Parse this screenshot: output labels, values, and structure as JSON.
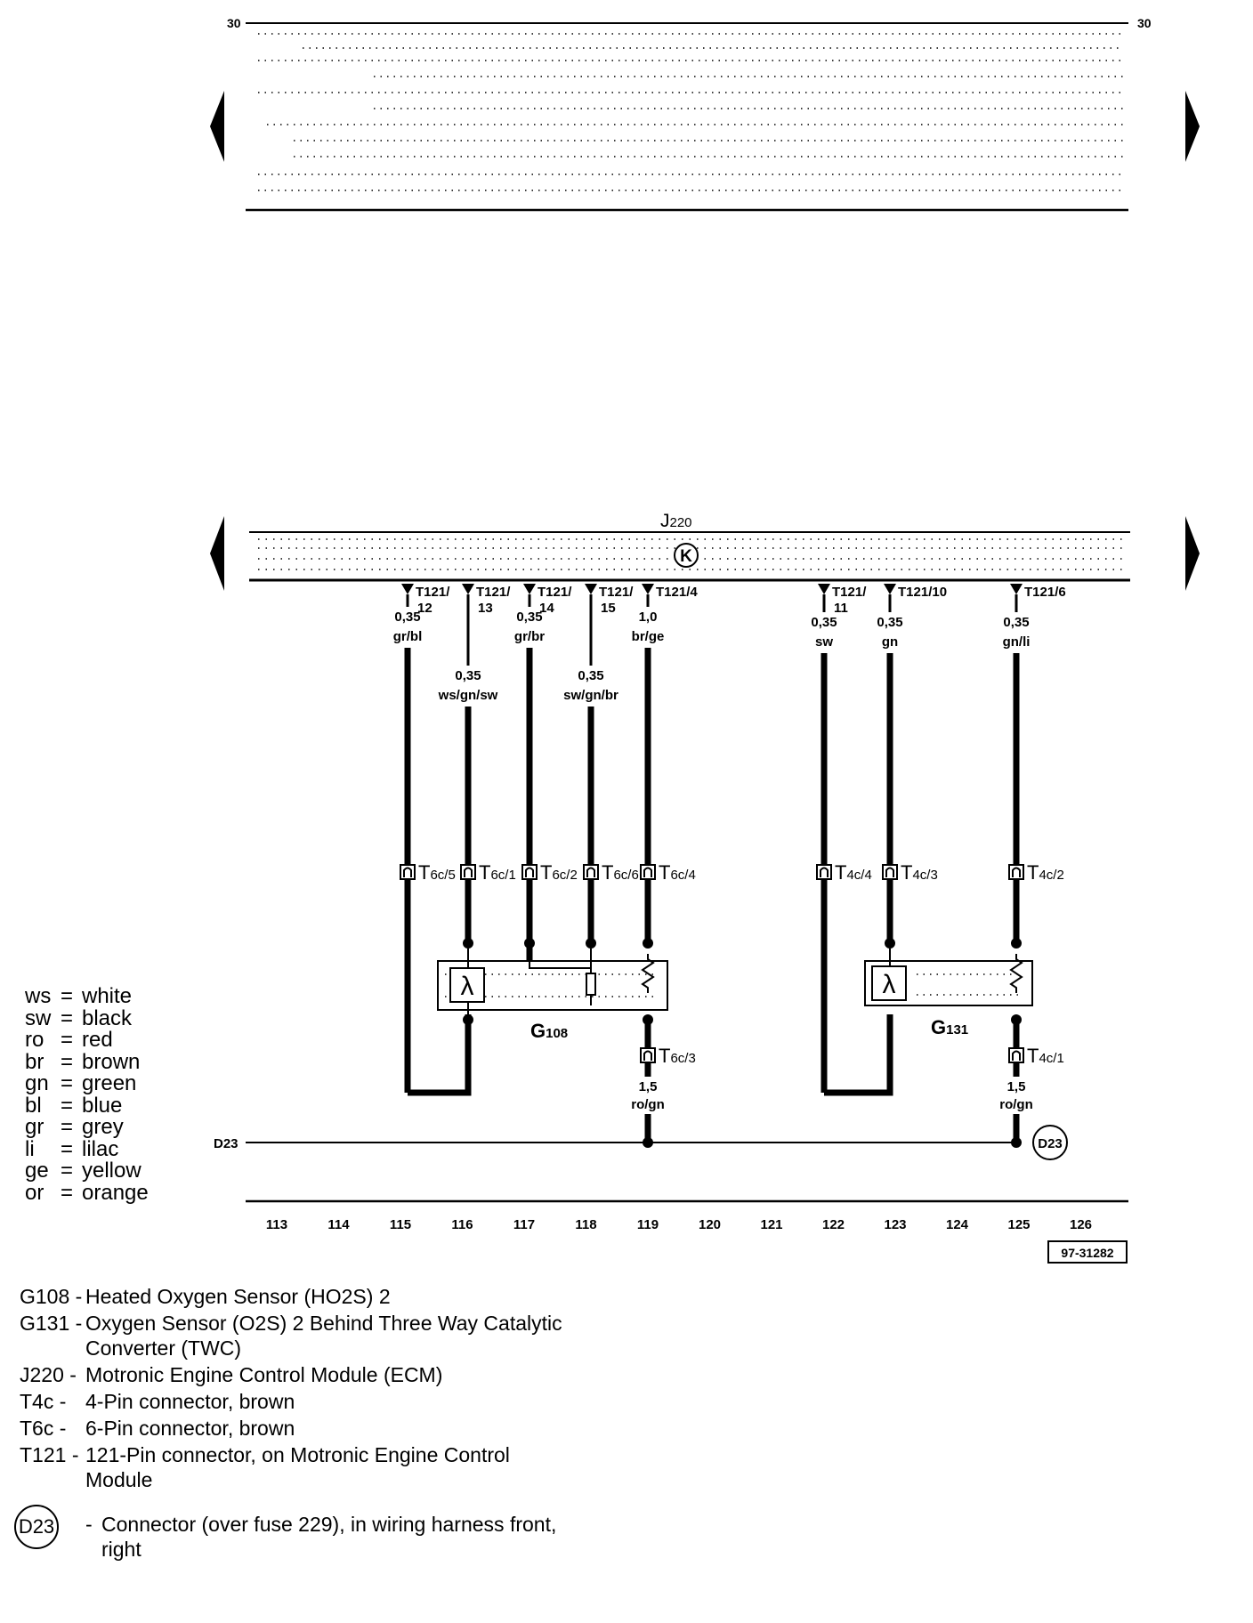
{
  "bus": {
    "label_left": "30",
    "label_right": "30",
    "ecm_label": "J",
    "ecm_sub": "220",
    "k_symbol": "K"
  },
  "wires": [
    {
      "id": "w115",
      "pin": [
        "T121/",
        "12"
      ],
      "gauge": "0,35",
      "color": "gr/bl",
      "conn": "T6c/5"
    },
    {
      "id": "w116",
      "pin": [
        "T121/",
        "13"
      ],
      "gauge": "0,35",
      "color": "ws/gn/sw",
      "conn": "T6c/1"
    },
    {
      "id": "w117",
      "pin": [
        "T121/",
        "14"
      ],
      "gauge": "0,35",
      "color": "gr/br",
      "conn": "T6c/2"
    },
    {
      "id": "w118",
      "pin": [
        "T121/",
        "15"
      ],
      "gauge": "0,35",
      "color": "sw/gn/br",
      "conn": "T6c/6"
    },
    {
      "id": "w119",
      "pin": [
        "T121/4"
      ],
      "gauge": "1,0",
      "color": "br/ge",
      "conn": "T6c/4"
    },
    {
      "id": "w122",
      "pin": [
        "T121/",
        "11"
      ],
      "gauge": "0,35",
      "color": "sw",
      "conn": "T4c/4"
    },
    {
      "id": "w123",
      "pin": [
        "T121/10"
      ],
      "gauge": "0,35",
      "color": "gn",
      "conn": "T4c/3"
    },
    {
      "id": "w125",
      "pin": [
        "T121/6"
      ],
      "gauge": "0,35",
      "color": "gn/li",
      "conn": "T4c/2"
    }
  ],
  "components": {
    "g108": {
      "main": "G",
      "sub": "108"
    },
    "g131": {
      "main": "G",
      "sub": "131"
    }
  },
  "lower_wires": [
    {
      "conn": "T6c/3",
      "gauge": "1,5",
      "color": "ro/gn"
    },
    {
      "conn": "T4c/1",
      "gauge": "1,5",
      "color": "ro/gn"
    }
  ],
  "ground": {
    "label": "D23",
    "circle": "D23"
  },
  "track_numbers": [
    "113",
    "114",
    "115",
    "116",
    "117",
    "118",
    "119",
    "120",
    "121",
    "122",
    "123",
    "124",
    "125",
    "126"
  ],
  "figure_ref": "97-31282",
  "color_legend": [
    {
      "code": "ws",
      "eq": "=",
      "name": "white"
    },
    {
      "code": "sw",
      "eq": "=",
      "name": "black"
    },
    {
      "code": "ro",
      "eq": "=",
      "name": "red"
    },
    {
      "code": "br",
      "eq": "=",
      "name": "brown"
    },
    {
      "code": "gn",
      "eq": "=",
      "name": "green"
    },
    {
      "code": "bl",
      "eq": "=",
      "name": "blue"
    },
    {
      "code": "gr",
      "eq": "=",
      "name": "grey"
    },
    {
      "code": "li",
      "eq": "=",
      "name": "lilac"
    },
    {
      "code": "ge",
      "eq": "=",
      "name": "yellow"
    },
    {
      "code": "or",
      "eq": "=",
      "name": "orange"
    }
  ],
  "component_legend": [
    {
      "code": "G108 -",
      "desc": "Heated Oxygen Sensor (HO2S) 2"
    },
    {
      "code": "G131 -",
      "desc": "Oxygen Sensor (O2S) 2 Behind Three Way Catalytic Converter (TWC)"
    },
    {
      "code": "J220 -",
      "desc": "Motronic Engine Control Module (ECM)"
    },
    {
      "code": "T4c  -",
      "desc": "4-Pin connector, brown"
    },
    {
      "code": "T6c  -",
      "desc": "6-Pin connector, brown"
    },
    {
      "code": "T121 -",
      "desc": "121-Pin connector, on Motronic Engine Control Module"
    }
  ],
  "connector_legend": {
    "symbol": "D23",
    "dash": "-",
    "desc": "Connector (over fuse 229), in wiring harness front, right"
  }
}
